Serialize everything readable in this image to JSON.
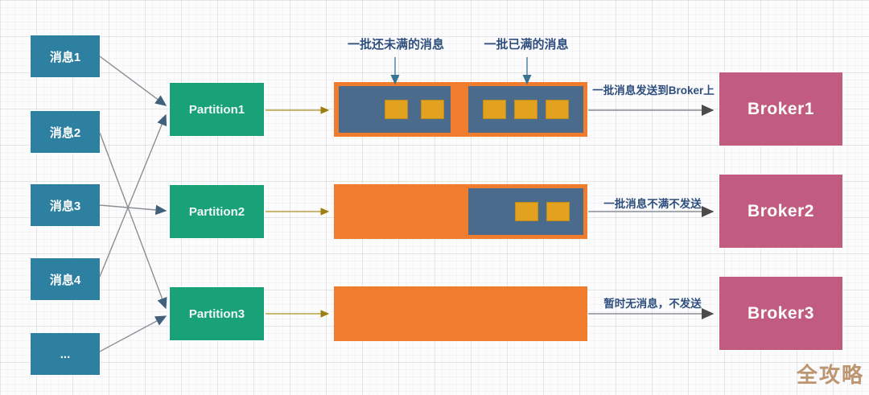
{
  "diagram": {
    "messages": [
      {
        "label": "消息1"
      },
      {
        "label": "消息2"
      },
      {
        "label": "消息3"
      },
      {
        "label": "消息4"
      },
      {
        "label": "..."
      }
    ],
    "partitions": [
      {
        "label": "Partition1"
      },
      {
        "label": "Partition2"
      },
      {
        "label": "Partition3"
      }
    ],
    "brokers": [
      {
        "label": "Broker1"
      },
      {
        "label": "Broker2"
      },
      {
        "label": "Broker3"
      }
    ],
    "batch_rows": [
      {
        "row": 1,
        "batches": [
          {
            "state": "not_full",
            "messages_filled": 2
          },
          {
            "state": "full",
            "messages_filled": 3
          }
        ]
      },
      {
        "row": 2,
        "batches": [
          {
            "state": "not_full",
            "messages_filled": 2
          }
        ]
      },
      {
        "row": 3,
        "batches": []
      }
    ],
    "annotations": {
      "batch_not_full_label": "一批还未满的消息",
      "batch_full_label": "一批已满的消息",
      "row1_arrow_label": "一批消息发送到Broker上",
      "row2_arrow_label": "一批消息不满不发送",
      "row3_arrow_label": "暂时无消息，不发送"
    },
    "edges": [
      {
        "from": "消息1",
        "to": "Partition1"
      },
      {
        "from": "消息2",
        "to": "Partition3"
      },
      {
        "from": "消息3",
        "to": "Partition2"
      },
      {
        "from": "消息4",
        "to": "Partition1"
      },
      {
        "from": "...",
        "to": "Partition3"
      },
      {
        "from": "Partition1",
        "to": "batch-row1"
      },
      {
        "from": "Partition2",
        "to": "batch-row2"
      },
      {
        "from": "Partition3",
        "to": "batch-row3"
      },
      {
        "from": "batch-row1",
        "to": "Broker1"
      },
      {
        "from": "batch-row2",
        "to": "Broker2"
      },
      {
        "from": "batch-row3",
        "to": "Broker3"
      }
    ],
    "watermark": "全攻略",
    "colors": {
      "message_box": "#2e80a0",
      "partition_box": "#19a277",
      "batch_container": "#f07d2d",
      "batch_inner": "#4a6b8c",
      "batch_message_square": "#e2a21f",
      "broker_box": "#c15c80",
      "annotation_text": "#2e4e7e",
      "edge_gray": "#8a8f94",
      "edge_olive": "#a8911f",
      "edge_teal": "#44809f",
      "watermark_color": "#b18258"
    }
  }
}
